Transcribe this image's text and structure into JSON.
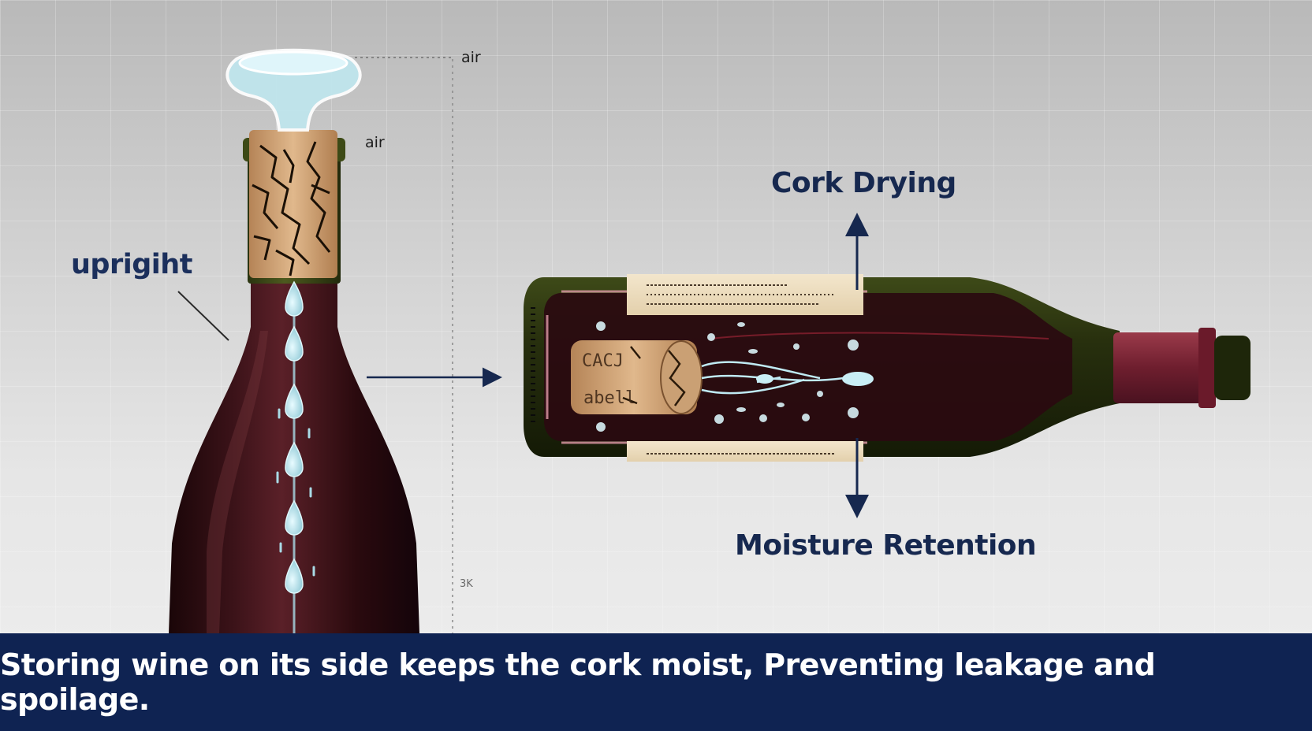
{
  "labels": {
    "upright": "uprigiht",
    "air_top": "air",
    "air_mid": "air",
    "scale_mark": "3K",
    "cork_drying": "Cork Drying",
    "moisture_retention": "Moisture Retention"
  },
  "cork_text": {
    "top": "CACJ",
    "bottom": "abell"
  },
  "caption": "Storing wine on its side keeps the cork moist, Preventing leakage and spoilage.",
  "colors": {
    "label_navy": "#16284f",
    "caption_bar": "#0f2352",
    "wine_bottle": "#2c0f14",
    "cork": "#c99a6a",
    "water_drop": "#a9dbe6",
    "foil_capsule": "#7a2636"
  }
}
